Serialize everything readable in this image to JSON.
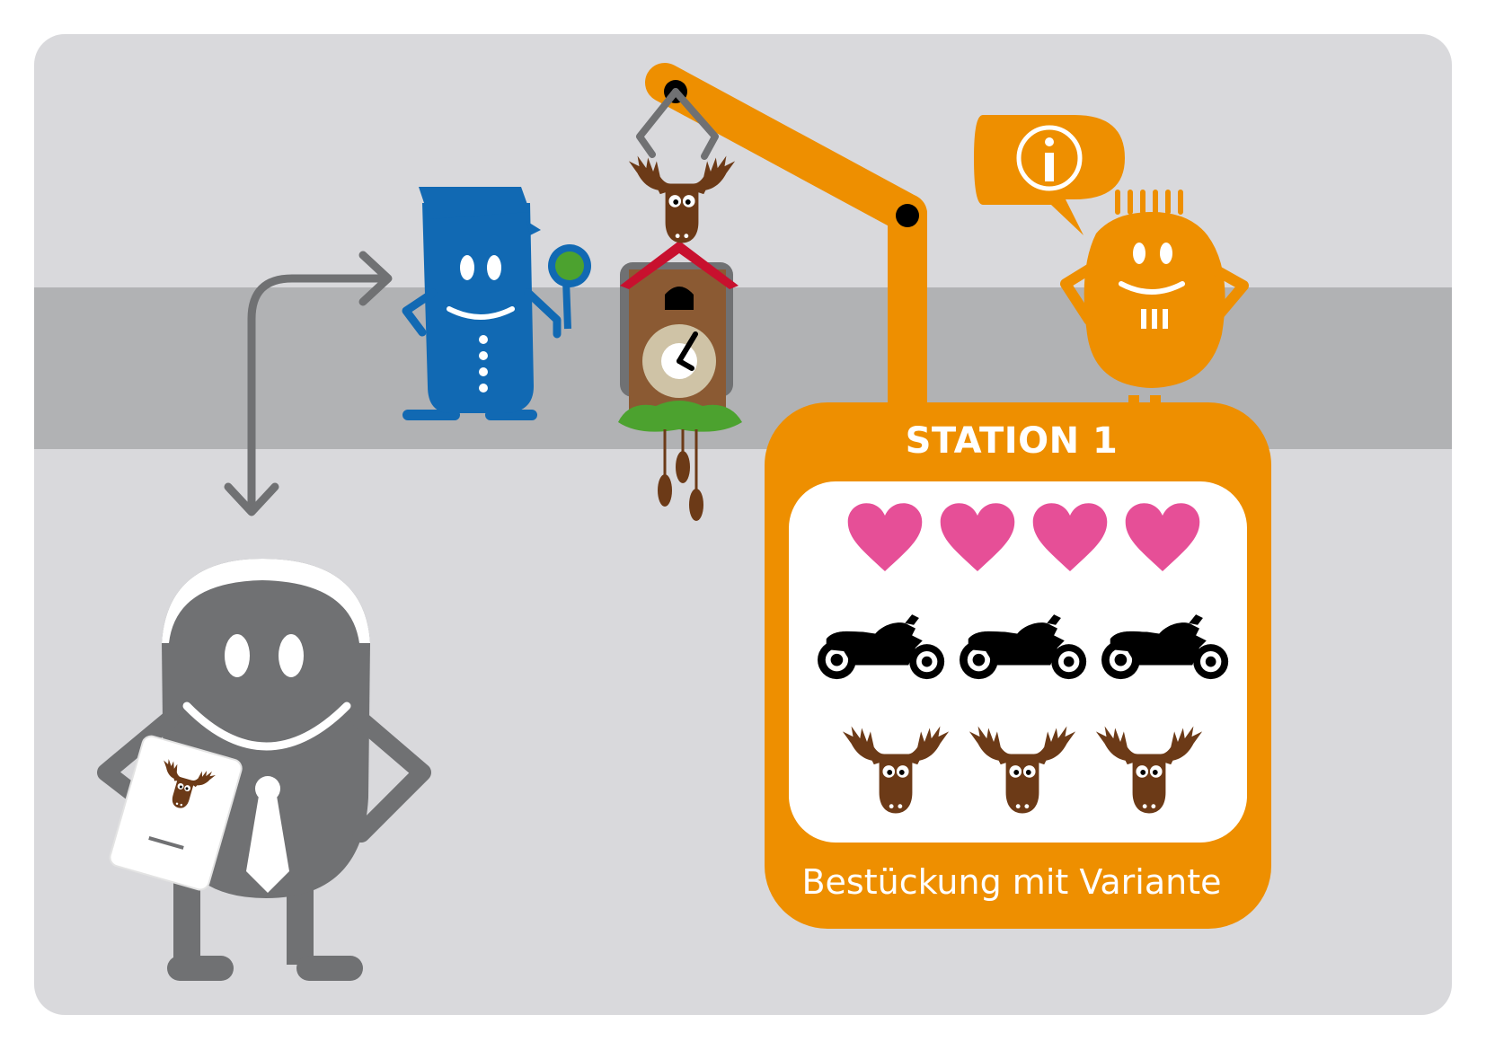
{
  "station": {
    "title": "STATION 1",
    "caption": "Bestückung mit Variante"
  },
  "variants": {
    "hearts": 4,
    "motorcycles": 3,
    "moose_heads": 3
  },
  "info_bubble": {
    "icon": "info-icon",
    "symbol": "i"
  },
  "colors": {
    "background_panel": "#d9d9dc",
    "conveyor_band": "#b1b2b4",
    "accent_orange": "#ee8f00",
    "worker_blue": "#1169b3",
    "manager_gray": "#707173",
    "heart_pink": "#e64f97",
    "moose_brown": "#6c3a17",
    "clock_roof_red": "#c8102e",
    "grass_green": "#4ca22f"
  }
}
